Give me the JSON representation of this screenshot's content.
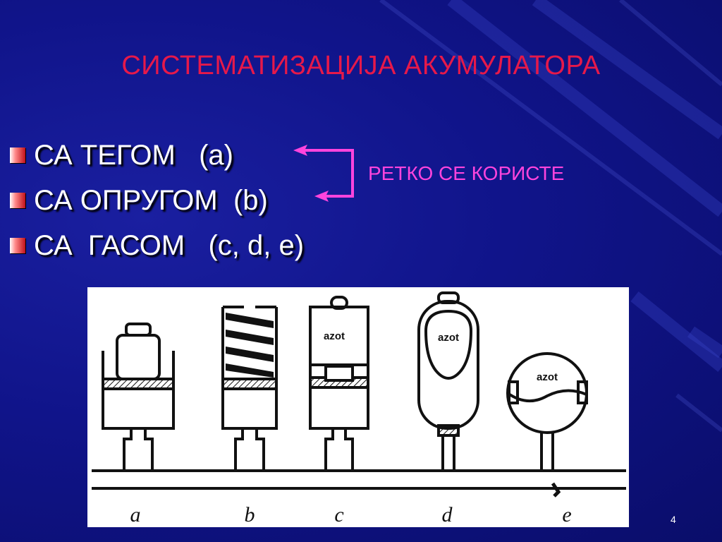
{
  "slide": {
    "title": "СИСТЕМАТИЗАЦИЈА АКУМУЛАТОРА",
    "bullets": [
      {
        "text": "СА ТЕГОМ   (a)"
      },
      {
        "text": "СА ОПРУГОМ  (b)"
      },
      {
        "text": "СА  ГАСОМ   (c, d, e)"
      }
    ],
    "note": "РЕТКО СЕ КОРИСТЕ",
    "page_number": "4"
  },
  "figure": {
    "labels": [
      "a",
      "b",
      "c",
      "d",
      "e"
    ],
    "gas_label": "azot"
  },
  "colors": {
    "title": "#e6194a",
    "note": "#ff44dd",
    "bullet_text": "#ffffff",
    "background": "#10148a"
  }
}
